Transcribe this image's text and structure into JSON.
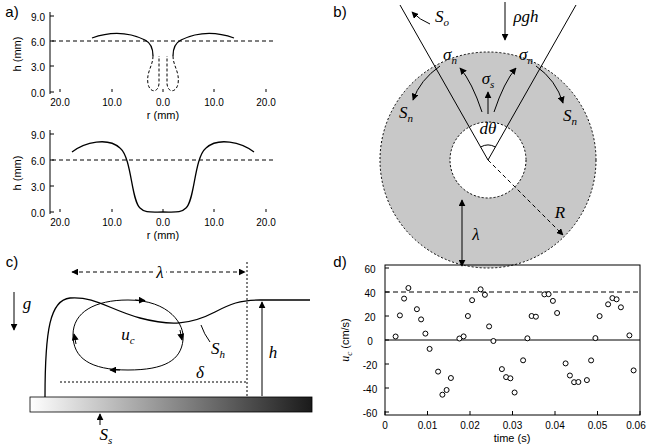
{
  "diagram": {
    "labels": [
      "a)",
      "h (mm)",
      "9.0",
      "6.0",
      "3.0",
      "0.0",
      "20.0",
      "10.0",
      "0.0",
      "10.0",
      "20.0",
      "r (mm)",
      "h (mm)",
      "9.0",
      "6.0",
      "3.0",
      "0.0",
      "20.0",
      "10.0",
      "0.0",
      "10.0",
      "20.0",
      "r (mm)",
      "b)",
      "S",
      "o",
      "ρgh",
      "σ",
      "n",
      "σ",
      "s",
      "σ",
      "n",
      "S",
      "n",
      "S",
      "n",
      "dθ",
      "λ",
      "R",
      "c)",
      "g",
      "λ",
      "u",
      "c",
      "S",
      "h",
      "δ",
      "h",
      "S",
      "s",
      "d)",
      "u",
      "c",
      "(cm/s)",
      "60",
      "40",
      "20",
      "0",
      "-20",
      "-40",
      "-60",
      "0",
      "0.01",
      "0.02",
      "0.03",
      "0.04",
      "0.05",
      "0.06",
      "time (s)"
    ]
  }
}
